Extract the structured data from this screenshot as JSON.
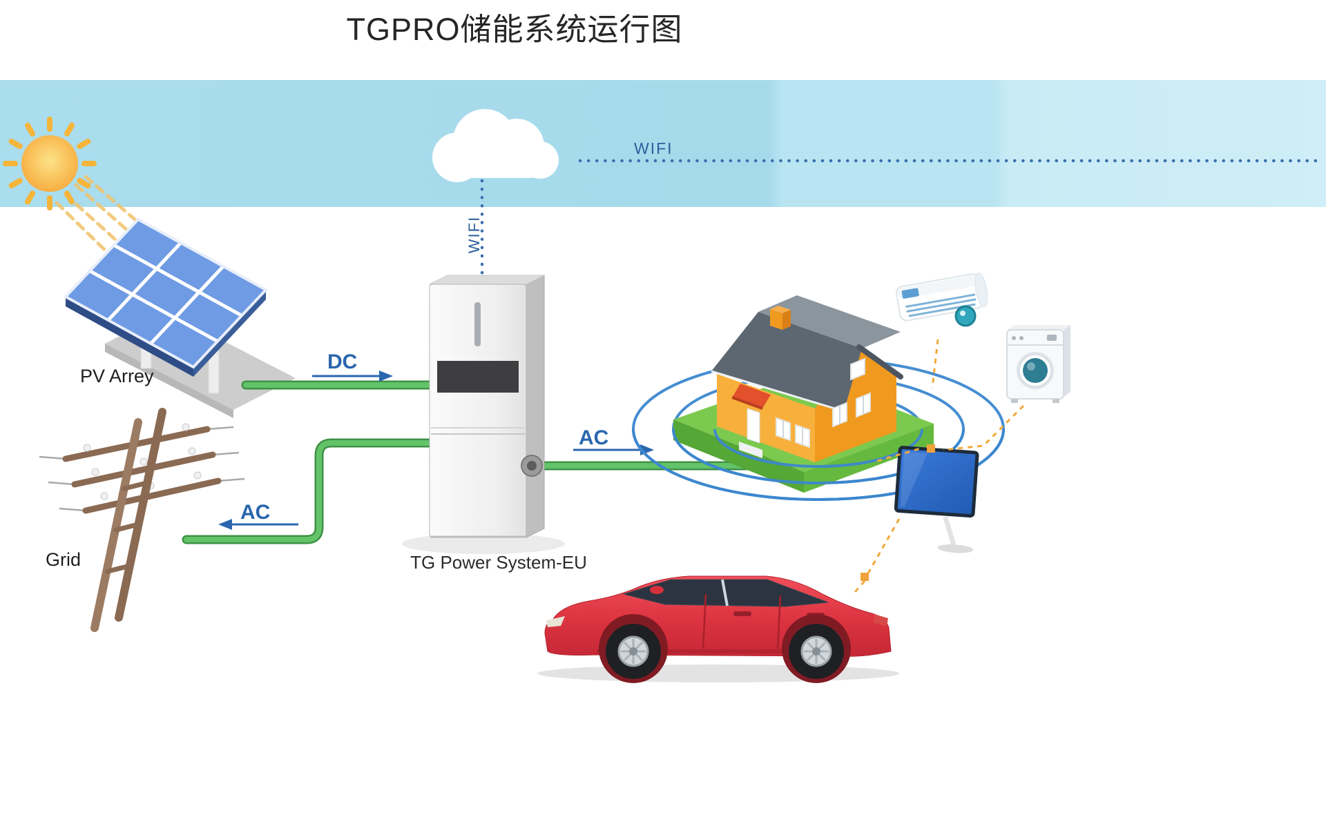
{
  "title": "TGPRO储能系统运行图",
  "labels": {
    "pv_array": "PV Arrey",
    "grid": "Grid",
    "inverter": "TG Power System-EU",
    "wifi_horizontal": "WIFI",
    "wifi_vertical": "WIFI",
    "dc_flow": "DC",
    "ac_flow_grid": "AC",
    "ac_flow_house": "AC"
  },
  "diagram": {
    "type": "energy-storage-system-flow",
    "nodes": [
      {
        "id": "sun"
      },
      {
        "id": "pv-array",
        "label": "PV Arrey"
      },
      {
        "id": "grid",
        "label": "Grid"
      },
      {
        "id": "inverter",
        "label": "TG Power System-EU"
      },
      {
        "id": "wifi-cloud",
        "label": "WIFI"
      },
      {
        "id": "house"
      },
      {
        "id": "air-conditioner"
      },
      {
        "id": "washing-machine"
      },
      {
        "id": "tv"
      },
      {
        "id": "ev-car"
      }
    ],
    "edges": [
      {
        "from": "pv-array",
        "to": "inverter",
        "label": "DC",
        "style": "green-line",
        "arrow": "right"
      },
      {
        "from": "inverter",
        "to": "grid",
        "label": "AC",
        "style": "green-line",
        "arrow": "left"
      },
      {
        "from": "inverter",
        "to": "house",
        "label": "AC",
        "style": "green-line",
        "arrow": "right"
      },
      {
        "from": "wifi-cloud",
        "to": "inverter",
        "label": "WIFI",
        "style": "dotted-blue"
      },
      {
        "from": "house",
        "to": "air-conditioner",
        "style": "dashed-orange"
      },
      {
        "from": "house",
        "to": "washing-machine",
        "style": "dashed-orange"
      },
      {
        "from": "house",
        "to": "tv",
        "style": "dashed-orange"
      },
      {
        "from": "tv",
        "to": "ev-car",
        "style": "dashed-orange"
      }
    ]
  },
  "icons": [
    "sun-icon",
    "cloud-icon",
    "solar-panel-icon",
    "utility-pole-icon",
    "inverter-icon",
    "house-icon",
    "wireless-arcs-icon",
    "air-conditioner-icon",
    "washing-machine-icon",
    "tv-icon",
    "car-icon"
  ],
  "colors": {
    "sky_band": "#a9dcec",
    "sun": "#f6a93b",
    "panel_blue": "#6f9be4",
    "line_green": "#62c368",
    "flow_label_blue": "#2a66ae",
    "wifi_blue": "#3a6fae",
    "house_orange": "#f8b03c",
    "roof_gray": "#5d6771",
    "grass_green": "#7cc94f",
    "arc_blue": "#3c87cf",
    "dashed_orange": "#f2a93b",
    "car_red": "#d6303c"
  }
}
